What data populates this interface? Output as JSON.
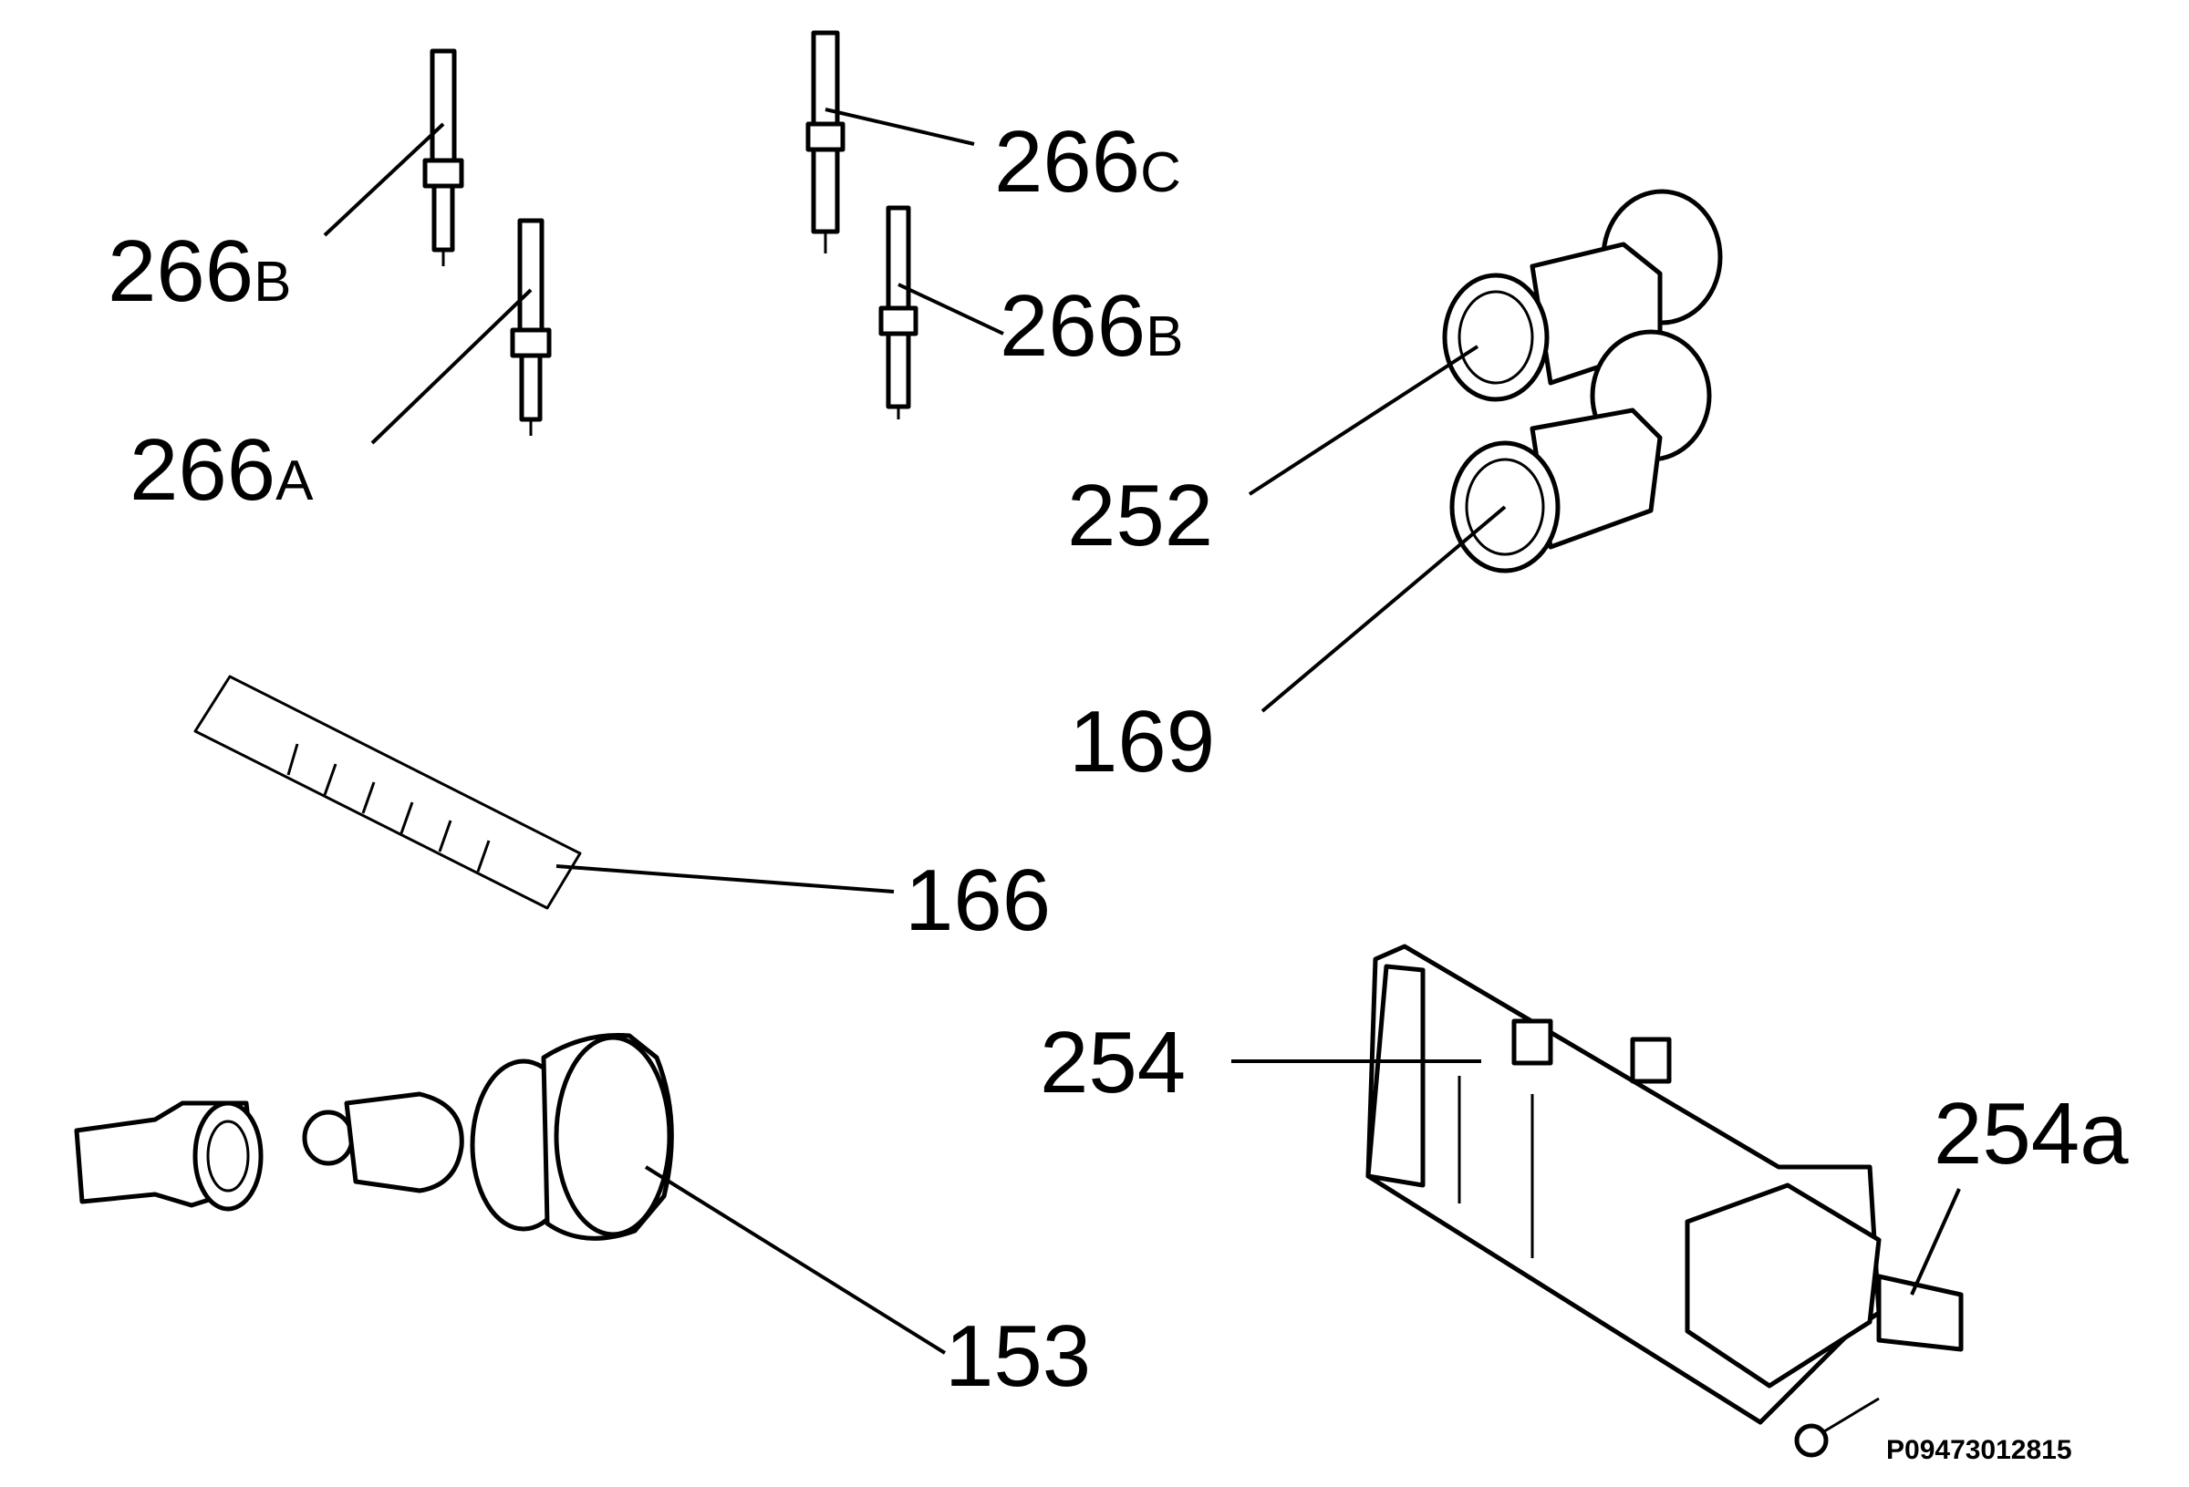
{
  "diagram": {
    "labels": [
      {
        "id": "266b-left",
        "number": "266",
        "suffix": "B"
      },
      {
        "id": "266a",
        "number": "266",
        "suffix": "A"
      },
      {
        "id": "266c",
        "number": "266",
        "suffix": "C"
      },
      {
        "id": "266b-right",
        "number": "266",
        "suffix": "B"
      },
      {
        "id": "252",
        "number": "252",
        "suffix": ""
      },
      {
        "id": "169",
        "number": "169",
        "suffix": ""
      },
      {
        "id": "166",
        "number": "166",
        "suffix": ""
      },
      {
        "id": "254",
        "number": "254",
        "suffix": ""
      },
      {
        "id": "254a",
        "number": "254a",
        "suffix": ""
      },
      {
        "id": "153",
        "number": "153",
        "suffix": ""
      }
    ],
    "reference_code": "P09473012815"
  }
}
